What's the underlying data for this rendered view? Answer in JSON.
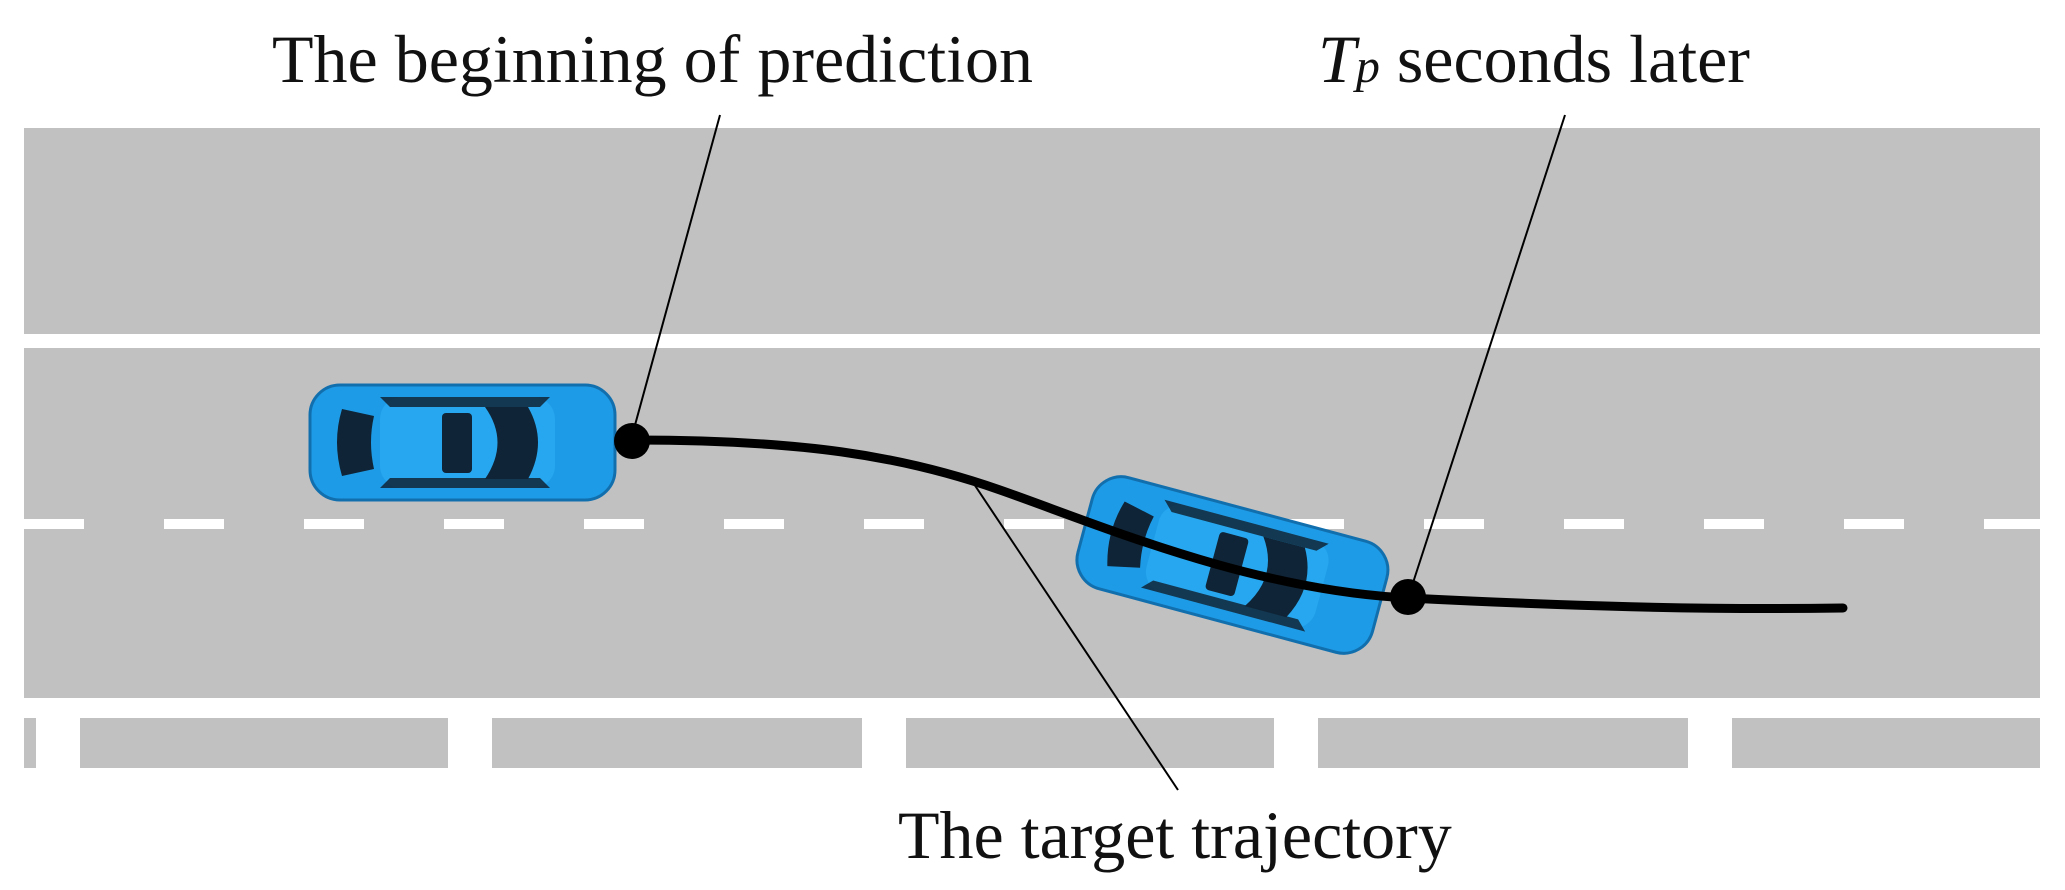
{
  "labels": {
    "start": "The beginning of prediction",
    "later_symbol": "T",
    "later_subscript": "p",
    "later_rest": " seconds later",
    "trajectory": "The target trajectory"
  },
  "colors": {
    "road": "#c1c1c1",
    "lane_marking": "#ffffff",
    "car_body": "#1e9be6",
    "car_window": "#0f2436",
    "trajectory": "#000000"
  }
}
